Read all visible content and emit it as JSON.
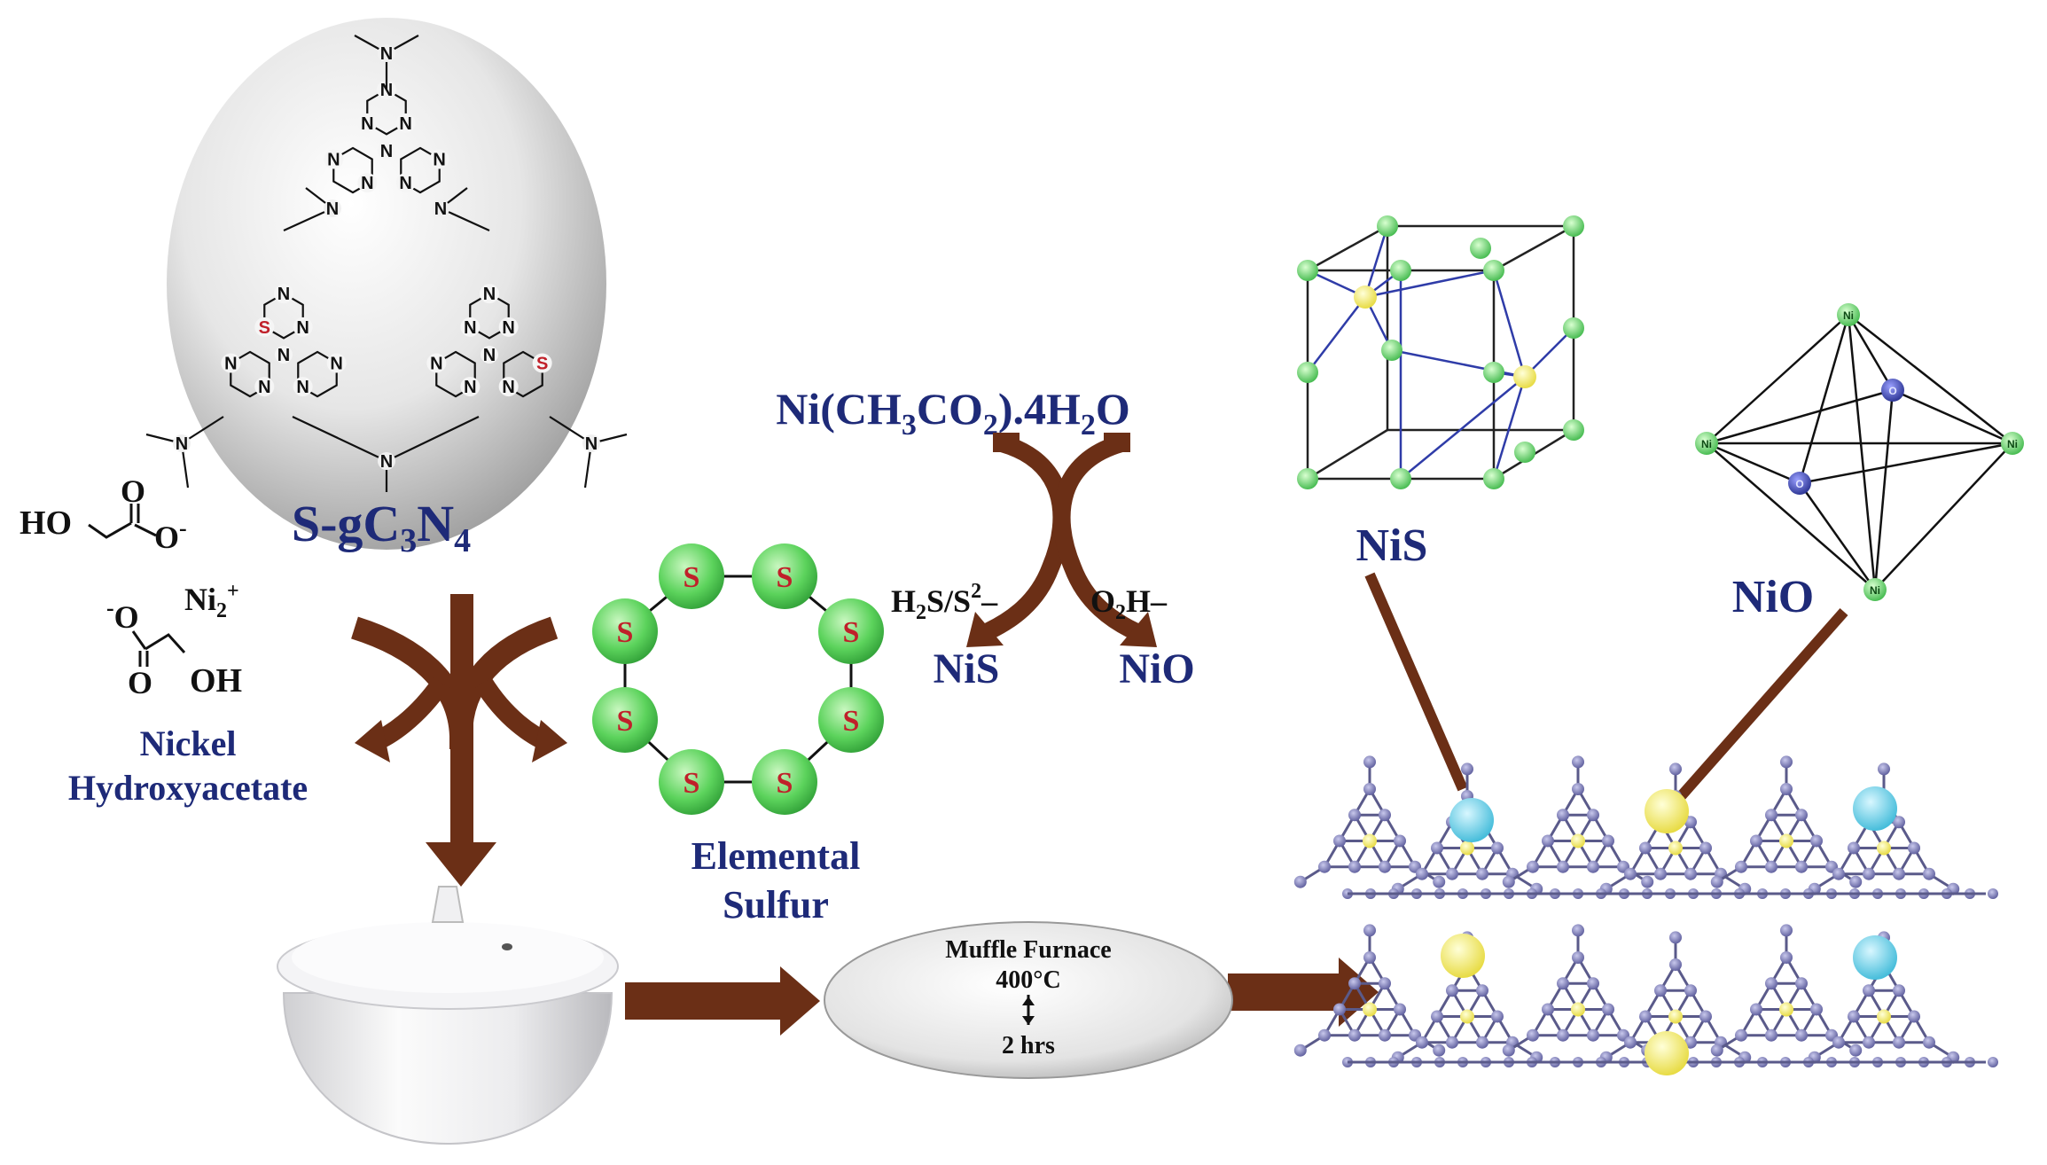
{
  "colors": {
    "arrow": "#6b2f16",
    "navy_text": "#1e2a78",
    "sulfur_green": "#5cd35c",
    "sulfur_letter": "#c0202a",
    "lattice_node": "#7c7cb8",
    "accent_yellow": "#f2ef6a",
    "accent_cyan": "#5fd0e6"
  },
  "sphere": {
    "label_main": "S-gC",
    "label_sub1": "3",
    "label_mid": "N",
    "label_sub2": "4",
    "atom_n": "N",
    "atom_s": "S"
  },
  "precursor": {
    "ho_group": "HO",
    "o_top": "O",
    "o_minus": "O",
    "minus_sign": "-",
    "ni_ion": "Ni",
    "ni_sub": "2",
    "ni_charge": "+",
    "o_minus2": "O",
    "o_bottom": "O",
    "oh_group": "OH",
    "name_line1": "Nickel",
    "name_line2": "Hydroxyacetate"
  },
  "sulfur": {
    "atom": "S",
    "name_line1": "Elemental",
    "name_line2": "Sulfur"
  },
  "reaction": {
    "reagent": "Ni(CH",
    "reagent_sub1": "3",
    "reagent_mid": "CO",
    "reagent_sub2": "2",
    "reagent_end": ").4H",
    "reagent_sub3": "2",
    "reagent_tail": "O",
    "left_reagent": "H",
    "left_sub": "2",
    "left_mid": "S/S",
    "left_sup": "2",
    "left_tail": "–",
    "right_reagent": "O",
    "right_sub": "2",
    "right_tail": "H–",
    "product_left": "NiS",
    "product_right": "NiO"
  },
  "furnace": {
    "line1": "Muffle Furnace",
    "line2": "400°C",
    "line3": "2 hrs"
  },
  "crystals": {
    "nis_label": "NiS",
    "nio_label": "NiO",
    "nio_atom_ni": "Ni",
    "nio_atom_o": "O"
  }
}
